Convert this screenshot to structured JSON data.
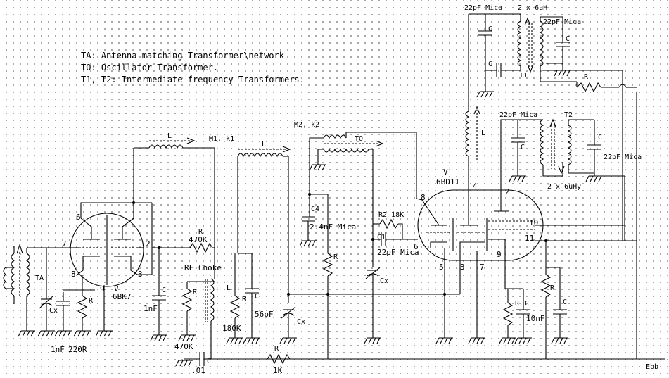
{
  "notes": [
    "TA: Antenna matching Transformer\\network",
    "TO: Oscillator Transformer.",
    "T1, T2: Intermediate frequency Transformers."
  ],
  "tube1": {
    "name": "V",
    "type": "6BK7",
    "pins": [
      "6",
      "7",
      "2",
      "8",
      "9",
      "3"
    ]
  },
  "tube2": {
    "name": "V",
    "type": "6BD11",
    "pins": [
      "8",
      "4",
      "2",
      "10",
      "11",
      "6",
      "5",
      "3",
      "7",
      "9"
    ]
  },
  "labels": {
    "ta": "TA",
    "cx": "Cx",
    "c": "C",
    "r": "R",
    "l": "L",
    "c_1nf_1": "1nF",
    "c_1nf_2": "1nF",
    "r_220r": "220R",
    "r_470k_1": "470K",
    "r_470k_2": "470K",
    "rf_choke": "RF Choke",
    "m1k1": "M1, k1",
    "m2k2": "M2, k2",
    "to": "TO",
    "c4": "C4",
    "c4_val": "2.4nF Mica",
    "r2": "R2 18K",
    "c1": "C1",
    "c1_val": "22pF Mica",
    "r_180k": "180K",
    "c_56pf": "56pF",
    "c_01": ".01",
    "r_1k": "1K",
    "t1": "T1",
    "t2": "T2",
    "t1_mica_1": "22pF Mica",
    "t1_mica_2": "22pF Mica",
    "t1_ind": "2 x 6uH",
    "t2_mica_1": "22pF Mica",
    "t2_mica_2": "22pF Mica",
    "t2_ind": "2 x 6uHy",
    "c_10nf": "10nF",
    "ebb": "Ebb"
  }
}
